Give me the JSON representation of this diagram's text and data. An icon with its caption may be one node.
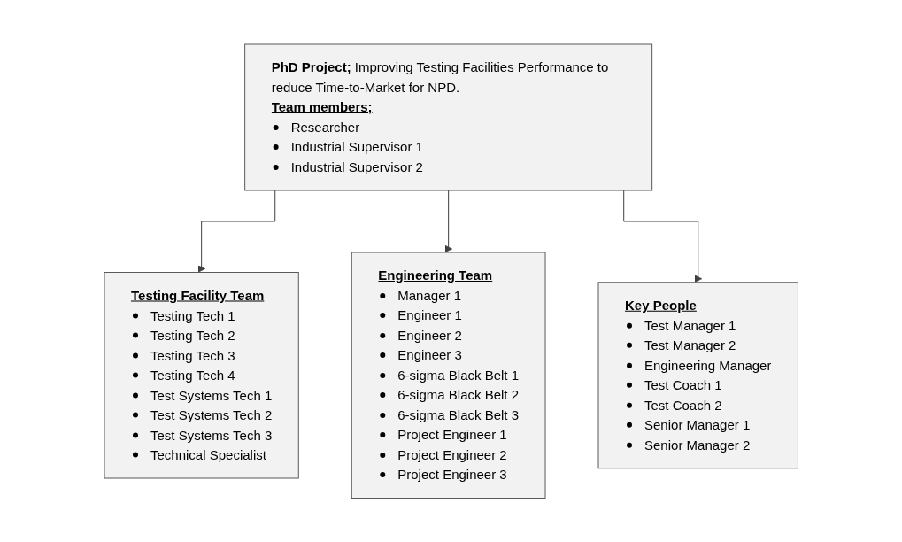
{
  "diagram": {
    "nodes": [
      {
        "text": [
          "**PhD Project;** Improving Testing Facilities Performance to reduce Time-to-Market for NPD.",
          "Team members;",
          "Researcher",
          "Industrial Supervisor 1",
          "Industrial Supervisor 2"
        ]
      },
      {
        "text": [
          "Testing Facility Team",
          "Testing Tech 1",
          "Testing Tech 2",
          "Testing Tech 3",
          "Testing Tech 4",
          "Test Systems Tech 1",
          "Test Systems Tech 2",
          "Test Systems Tech 3",
          "Technical Specialist"
        ]
      },
      {
        "text": [
          "Engineering Team",
          "Manager 1",
          "Engineer 1",
          "Engineer 2",
          "Engineer 3",
          "6-sigma Black Belt 1",
          "6-sigma Black Belt 2",
          "6-sigma Black Belt 3",
          "Project Engineer 1",
          "Project Engineer 2",
          "Project Engineer 3"
        ]
      },
      {
        "text": [
          "Key People",
          "Test Manager 1",
          "Test Manager 2",
          "Engineering Manager",
          "Test Coach 1",
          "Test Coach 2",
          "Senior Manager 1",
          "Senior Manager 2"
        ]
      }
    ],
    "edges": [
      {
        "from": 0,
        "to": 1,
        "arrow": "to"
      },
      {
        "from": 0,
        "to": 2,
        "arrow": "to"
      },
      {
        "from": 0,
        "to": 3,
        "arrow": "to"
      }
    ]
  }
}
